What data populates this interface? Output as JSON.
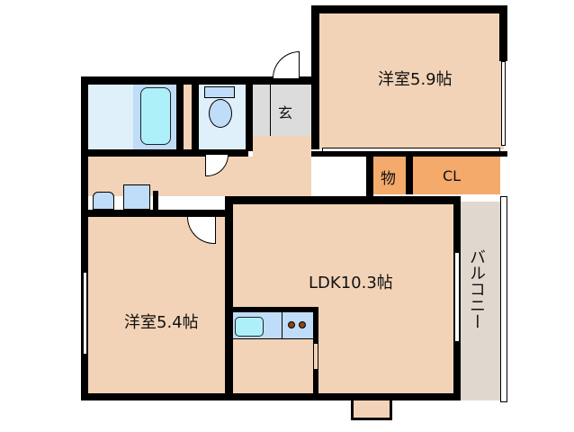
{
  "floorplan": {
    "rooms": {
      "western_room_1": {
        "label": "洋室5.9帖"
      },
      "western_room_2": {
        "label": "洋室5.4帖"
      },
      "ldk": {
        "label": "LDK10.3帖"
      },
      "storage": {
        "label": "物"
      },
      "closet": {
        "label": "CL"
      },
      "entrance": {
        "label": "玄"
      },
      "balcony": {
        "label": "バルコニー"
      }
    },
    "colors": {
      "room_floor": "#f2d3b7",
      "closet": "#f3aa6a",
      "entrance": "#dcdcdc",
      "balcony": "#e0d8cf",
      "wet_area": "#dff0fb",
      "fixtures": "#bfdcf8",
      "wall": "#000000"
    }
  }
}
